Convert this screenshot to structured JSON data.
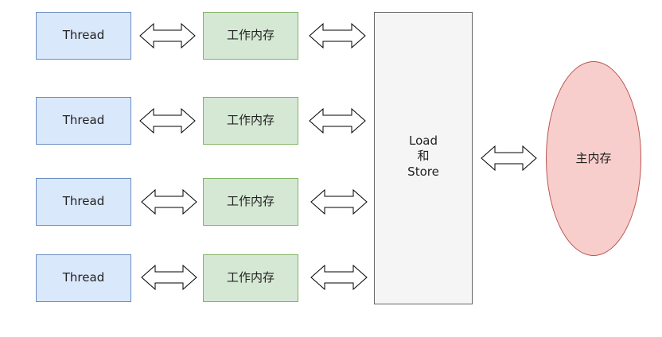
{
  "threads": [
    {
      "label": "Thread"
    },
    {
      "label": "Thread"
    },
    {
      "label": "Thread"
    },
    {
      "label": "Thread"
    }
  ],
  "working_memories": [
    {
      "label": "工作内存"
    },
    {
      "label": "工作内存"
    },
    {
      "label": "工作内存"
    },
    {
      "label": "工作内存"
    }
  ],
  "load_store": {
    "line1": "Load",
    "line2": "和",
    "line3": "Store"
  },
  "main_memory": {
    "label": "主内存"
  },
  "colors": {
    "thread_fill": "#dae8fc",
    "thread_stroke": "#6c8ebf",
    "working_fill": "#d5e8d4",
    "working_stroke": "#82b366",
    "load_store_fill": "#f5f5f5",
    "load_store_stroke": "#666666",
    "main_fill": "#f8cecc",
    "main_stroke": "#b85450",
    "arrow_stroke": "#000000"
  }
}
